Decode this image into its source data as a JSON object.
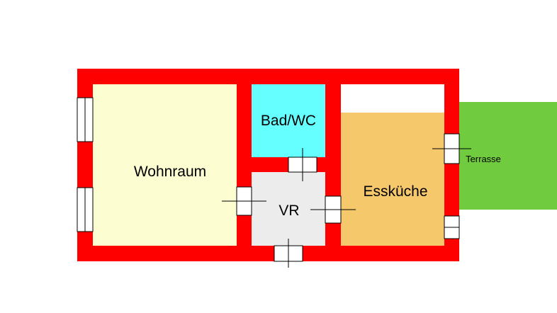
{
  "rooms": {
    "wohnraum": {
      "label": "Wohnraum",
      "color": "#fdfdd2"
    },
    "bad_wc": {
      "label": "Bad/WC",
      "color": "#66ffff"
    },
    "vr": {
      "label": "VR",
      "color": "#ececec"
    },
    "esskueche": {
      "label": "Essküche",
      "color": "#f6c86c"
    },
    "terrasse": {
      "label": "Terrasse",
      "color": "#70cc3e"
    }
  },
  "colors": {
    "wall": "#ff0000",
    "opening": "#ffffff",
    "line": "#000000"
  }
}
